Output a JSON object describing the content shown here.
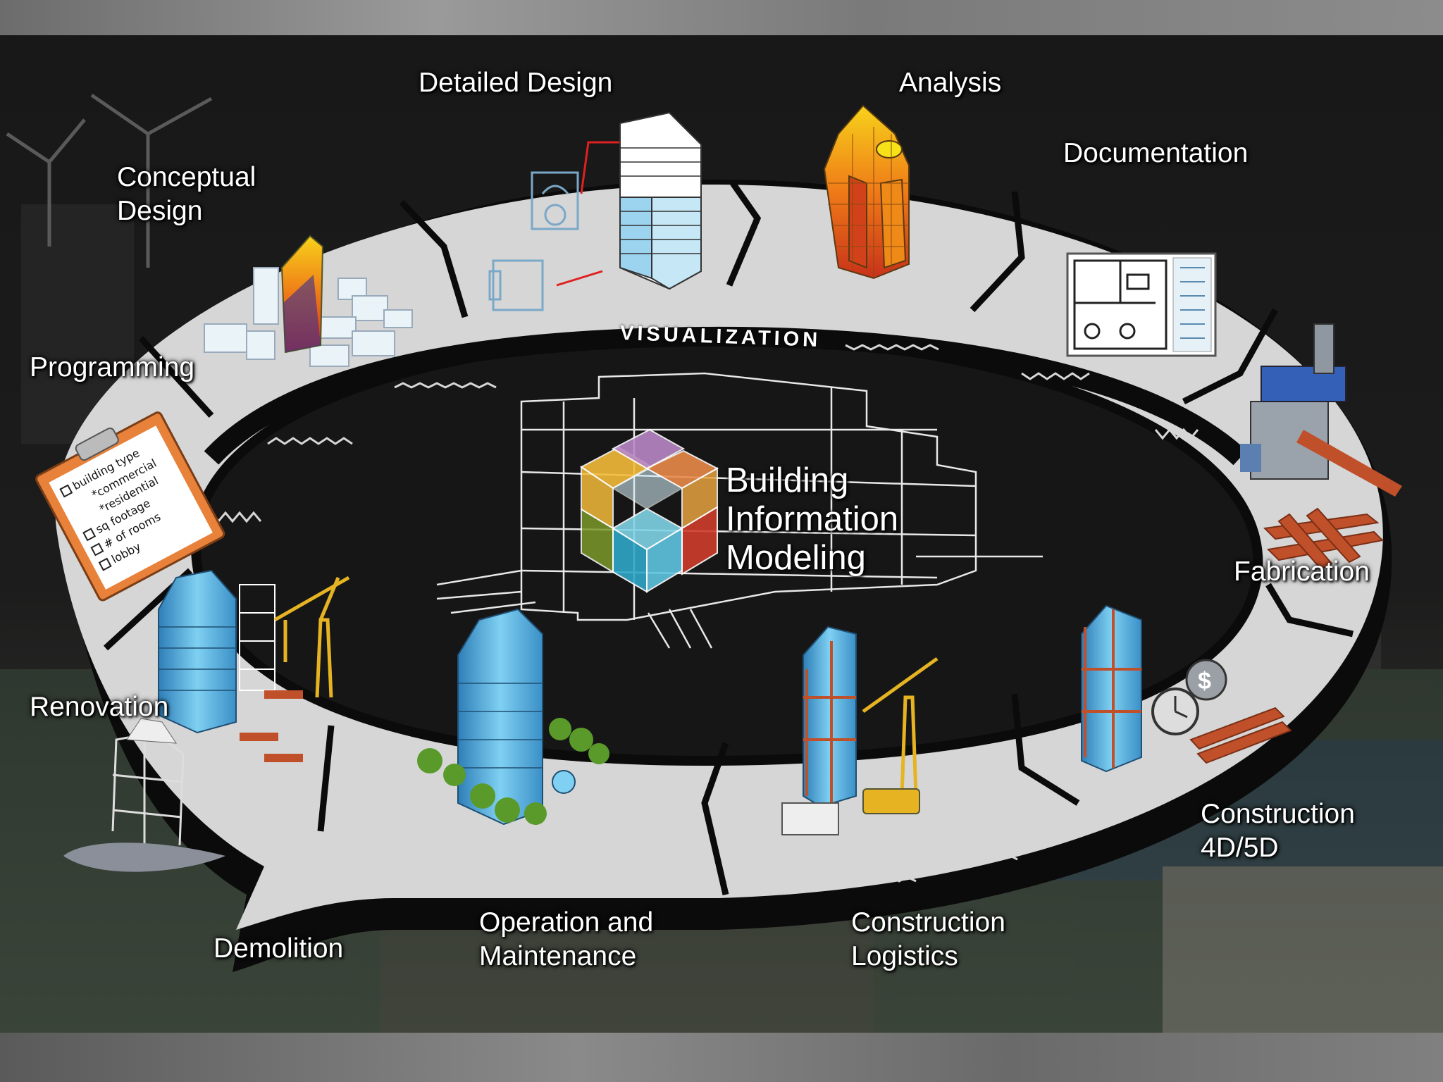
{
  "center": {
    "title_lines": [
      "Building",
      "Information",
      "Modeling"
    ]
  },
  "ring": {
    "label": "VISUALIZATION"
  },
  "stages": [
    {
      "id": "conceptual-design",
      "lines": [
        "Conceptual",
        "Design"
      ]
    },
    {
      "id": "detailed-design",
      "lines": [
        "Detailed Design"
      ]
    },
    {
      "id": "analysis",
      "lines": [
        "Analysis"
      ]
    },
    {
      "id": "documentation",
      "lines": [
        "Documentation"
      ]
    },
    {
      "id": "programming",
      "lines": [
        "Programming"
      ]
    },
    {
      "id": "fabrication",
      "lines": [
        "Fabrication"
      ]
    },
    {
      "id": "renovation",
      "lines": [
        "Renovation"
      ]
    },
    {
      "id": "construction-4d5d",
      "lines": [
        "Construction",
        "4D/5D"
      ]
    },
    {
      "id": "operation-maintenance",
      "lines": [
        "Operation and",
        "Maintenance"
      ]
    },
    {
      "id": "construction-logistics",
      "lines": [
        "Construction",
        "Logistics"
      ]
    },
    {
      "id": "demolition",
      "lines": [
        "Demolition"
      ]
    }
  ],
  "checklist": {
    "items": [
      "building type",
      "*commercial",
      "*residential",
      "sq footage",
      "# of rooms",
      "lobby"
    ]
  },
  "colors": {
    "ring": "#d6d6d6",
    "ring_edge": "#0a0a0a",
    "glass_blue": "#5fb8e6",
    "heat_orange": "#f08a1c",
    "crane_yellow": "#e6b422",
    "steel_rust": "#c0502a",
    "clipboard": "#e8813a"
  }
}
